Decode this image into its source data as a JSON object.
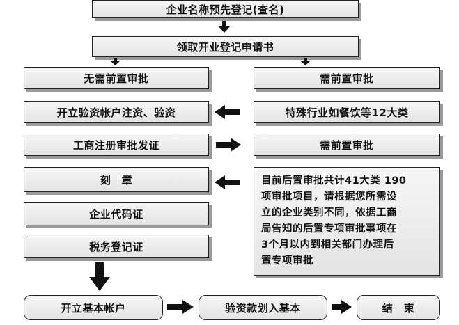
{
  "steps": {
    "name_registration": "企业名称预先登记(查名)",
    "get_form": "领取开业登记申请书",
    "no_pre_approval": "无需前置审批",
    "need_pre_approval": "需前置审批",
    "capital_verification": "开立验资帐户注资、验资",
    "special_industry": "特殊行业如餐饮等12大类",
    "business_registration": "工商注册审批发证",
    "need_pre_approval_2": "需前置审批",
    "seal": "刻　章",
    "post_approval_note": "目前后置审批共计41大类 190\n项审批项目，请根据您所需设\n立的企业类别不同，依据工商\n局告知的后置专项审批事项在\n3个月以内到相关部门办理后\n置专项审批",
    "org_code": "企业代码证",
    "tax_registration": "税务登记证",
    "open_account": "开立基本帐户",
    "transfer_capital": "验资款划入基本",
    "end": "结　束"
  }
}
